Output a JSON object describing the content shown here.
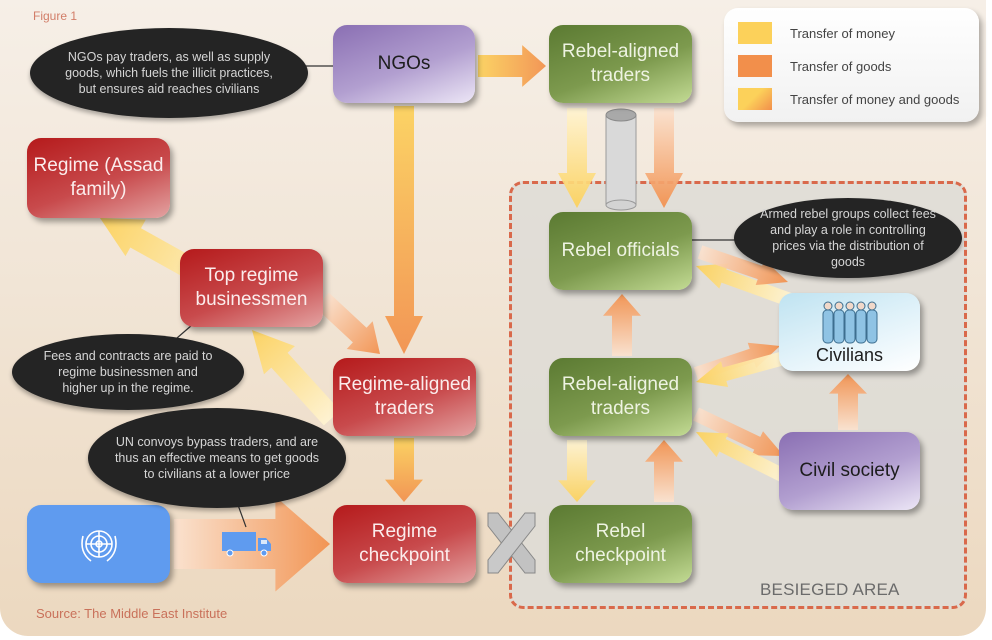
{
  "figure_label": "Figure 1",
  "source": "Source: The Middle East Institute",
  "besieged_area_label": "BESIEGED AREA",
  "legend": {
    "items": [
      {
        "label": "Transfer of money",
        "color": "#fcd15a"
      },
      {
        "label": "Transfer of goods",
        "color": "#f28f4b"
      },
      {
        "label": "Transfer of money and goods",
        "color_start": "#fcd15a",
        "color_end": "#f28f4b"
      }
    ]
  },
  "colors": {
    "regime": "#b51a1b",
    "rebel": "#5b7a32",
    "ngo": "#8a6fb3",
    "un": "#5f9bef",
    "money": "#fcd15a",
    "goods": "#f28f4b",
    "border": "#d9694b"
  },
  "nodes": {
    "ngos": "NGOs",
    "rebel_traders_top": "Rebel-aligned traders",
    "regime_assad": "Regime (Assad family)",
    "top_regime_businessmen": "Top regime businessmen",
    "regime_aligned_traders": "Regime-aligned traders",
    "regime_checkpoint": "Regime checkpoint",
    "rebel_officials": "Rebel officials",
    "rebel_traders_inner": "Rebel-aligned traders",
    "rebel_checkpoint": "Rebel checkpoint",
    "civilians": "Civilians",
    "civil_society": "Civil society",
    "un": "UN emblem"
  },
  "callouts": {
    "ngos": "NGOs pay traders, as well as supply goods, which fuels the illicit practices, but ensures aid reaches civilians",
    "rebel_officials": "Armed rebel groups collect fees and play a role in controlling prices via the distribution of goods",
    "businessmen": "Fees and contracts are paid to regime businessmen and higher up in the regime.",
    "un": "UN convoys bypass traders, and are thus an effective means to get goods to civilians at a lower price"
  },
  "flows": [
    {
      "from": "ngos",
      "to": "rebel_traders_top",
      "type": "money_and_goods"
    },
    {
      "from": "ngos",
      "to": "regime_aligned_traders",
      "type": "money_and_goods"
    },
    {
      "from": "rebel_traders_top",
      "to": "rebel_officials",
      "type": "money"
    },
    {
      "from": "rebel_traders_top",
      "to": "rebel_officials",
      "type": "goods"
    },
    {
      "from": "top_regime_businessmen",
      "to": "regime_assad",
      "type": "money"
    },
    {
      "from": "regime_aligned_traders",
      "to": "top_regime_businessmen",
      "type": "money"
    },
    {
      "from": "top_regime_businessmen",
      "to": "regime_aligned_traders",
      "type": "goods"
    },
    {
      "from": "regime_aligned_traders",
      "to": "regime_checkpoint",
      "type": "money_and_goods"
    },
    {
      "from": "un",
      "to": "regime_checkpoint",
      "type": "goods"
    },
    {
      "from": "rebel_traders_inner",
      "to": "rebel_officials",
      "type": "goods"
    },
    {
      "from": "civilians",
      "to": "rebel_officials",
      "type": "money"
    },
    {
      "from": "rebel_officials",
      "to": "civilians",
      "type": "goods"
    },
    {
      "from": "rebel_traders_inner",
      "to": "civilians",
      "type": "goods"
    },
    {
      "from": "civilians",
      "to": "rebel_traders_inner",
      "type": "money"
    },
    {
      "from": "rebel_traders_inner",
      "to": "civil_society",
      "type": "goods"
    },
    {
      "from": "civil_society",
      "to": "rebel_traders_inner",
      "type": "money"
    },
    {
      "from": "civil_society",
      "to": "civilians",
      "type": "goods"
    },
    {
      "from": "rebel_traders_inner",
      "to": "rebel_checkpoint",
      "type": "money"
    },
    {
      "from": "rebel_checkpoint",
      "to": "rebel_traders_inner",
      "type": "goods"
    }
  ]
}
